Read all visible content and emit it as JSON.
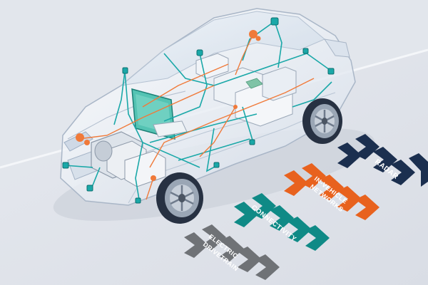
{
  "labels": {
    "radar": "RADAR",
    "networks_line1": "IN-VEHICLE",
    "networks_line2": "NETWORKS",
    "connectivity": "CONNECTIVITY",
    "drivetrain_line1": "ELECTRIC",
    "drivetrain_line2": "DRIVETRAIN"
  },
  "colors": {
    "background": "#dfe3ea",
    "radar": "#1b2f4f",
    "networks": "#e8621e",
    "connectivity": "#0f8a86",
    "drivetrain": "#6f7276",
    "wiring_teal": "#1aa8a8",
    "wiring_orange": "#f07a3a"
  },
  "icons": [
    "car-illustration-icon",
    "wheel-icon",
    "screen-icon",
    "battery-icon",
    "motor-icon",
    "sensor-icon"
  ]
}
